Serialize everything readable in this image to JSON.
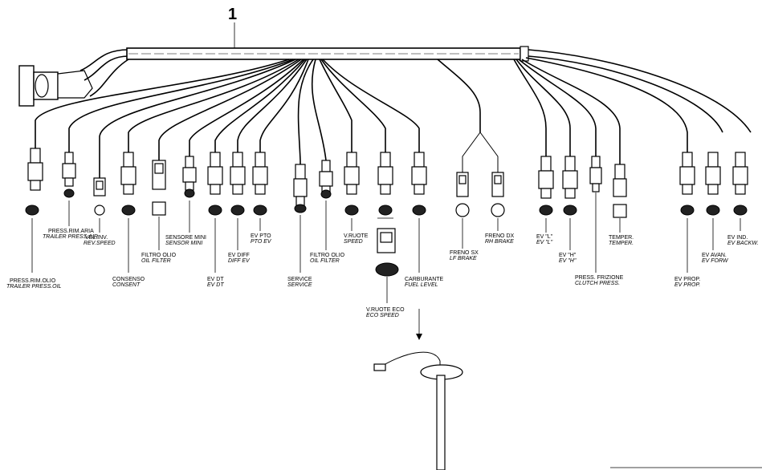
{
  "part_number": "1",
  "labels": [
    {
      "main": "PRESS.RIM.OLIO",
      "sub": "TRAILER PRESS.OIL"
    },
    {
      "main": "PRESS.RIM.ARIA",
      "sub": "TRAILER PRESS.AIR"
    },
    {
      "main": "VEL.INV.",
      "sub": "REV.SPEED"
    },
    {
      "main": "CONSENSO",
      "sub": "CONSENT"
    },
    {
      "main": "FILTRO OLIO",
      "sub": "OIL FILTER"
    },
    {
      "main": "SENSORE MINI",
      "sub": "SENSOR MINI"
    },
    {
      "main": "EV DT",
      "sub": "EV DT"
    },
    {
      "main": "EV DIFF",
      "sub": "DIFF EV"
    },
    {
      "main": "EV PTO",
      "sub": "PTO EV"
    },
    {
      "main": "SERVICE",
      "sub": "SERVICE"
    },
    {
      "main": "FILTRO OLIO",
      "sub": "OIL FILTER"
    },
    {
      "main": "V.RUOTE",
      "sub": "SPEED"
    },
    {
      "main": "CARBURANTE",
      "sub": "FUEL LEVEL"
    },
    {
      "main": "V.RUOTE ECO",
      "sub": "ECO SPEED"
    },
    {
      "main": "FRENO SX",
      "sub": "LF BRAKE"
    },
    {
      "main": "FRENO DX",
      "sub": "RH BRAKE"
    },
    {
      "main": "EV \"L\"",
      "sub": "EV \"L\""
    },
    {
      "main": "EV \"H\"",
      "sub": "EV \"H\""
    },
    {
      "main": "PRESS. FRIZIONE",
      "sub": "CLUTCH PRESS."
    },
    {
      "main": "TEMPER.",
      "sub": "TEMPER."
    },
    {
      "main": "EV PROP.",
      "sub": "EV PROP."
    },
    {
      "main": "EV AVAN.",
      "sub": "EV FORW"
    },
    {
      "main": "EV IND.",
      "sub": "EV BACKW."
    }
  ]
}
